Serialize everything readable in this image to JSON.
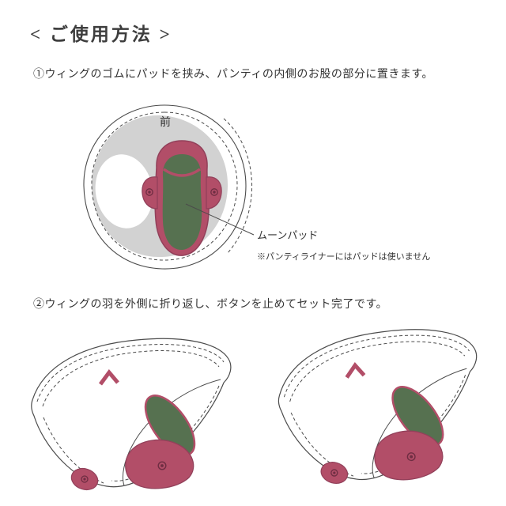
{
  "title": "< ご使用方法 >",
  "steps": {
    "step1": "①ウィングのゴムにパッドを挟み、パンティの内側のお股の部分に置きます。",
    "step2": "②ウィングの羽を外側に折り返し、ボタンを止めてセット完了です。"
  },
  "figure1": {
    "front_label": "前",
    "pad_label": "ムーンパッド",
    "pad_note": "※パンティライナーにはパッドは使いません"
  },
  "colors": {
    "pad_green": "#567150",
    "wing_pink": "#b24e68",
    "wing_pink_outline": "#92405a",
    "snap_dot": "#6e2d42",
    "panty_gray": "#d2d2d2",
    "outline": "#4b4b4b",
    "text": "#333333",
    "title_text": "#3d3d3d"
  }
}
